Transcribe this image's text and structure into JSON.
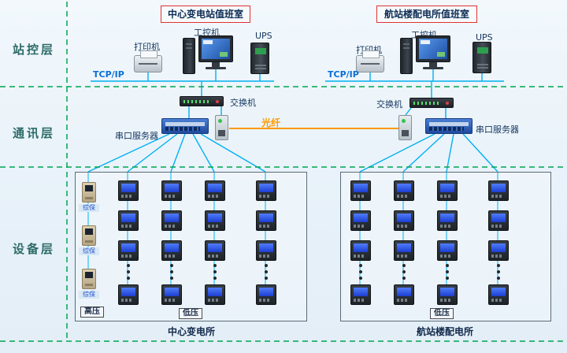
{
  "layers": {
    "station": "站控层",
    "comm": "通讯层",
    "device": "设备层"
  },
  "top": {
    "left": {
      "title": "中心变电站值班室",
      "printer": "打印机",
      "pc": "工控机",
      "ups": "UPS",
      "tcpip": "TCP/IP"
    },
    "right": {
      "title": "航站楼配电所值班室",
      "printer": "打印机",
      "pc": "工控机",
      "ups": "UPS",
      "tcpip": "TCP/IP"
    }
  },
  "comm": {
    "left": {
      "switch": "交换机",
      "serial": "串口服务器"
    },
    "right": {
      "switch": "交换机",
      "serial": "串口服务器"
    },
    "fiber": "光纤"
  },
  "device_layer": {
    "left": {
      "hv": "高压",
      "lv": "低压",
      "caption": "中心变电所",
      "protection": "综保"
    },
    "right": {
      "lv": "低压",
      "caption": "航站楼配电所"
    }
  },
  "colors": {
    "background": "#e9f3fa",
    "layer_divider_green": "#00a651",
    "network_line_cyan": "#00b0f0",
    "fiber_line_orange": "#ff9900",
    "title_border_red": "#e03232"
  }
}
